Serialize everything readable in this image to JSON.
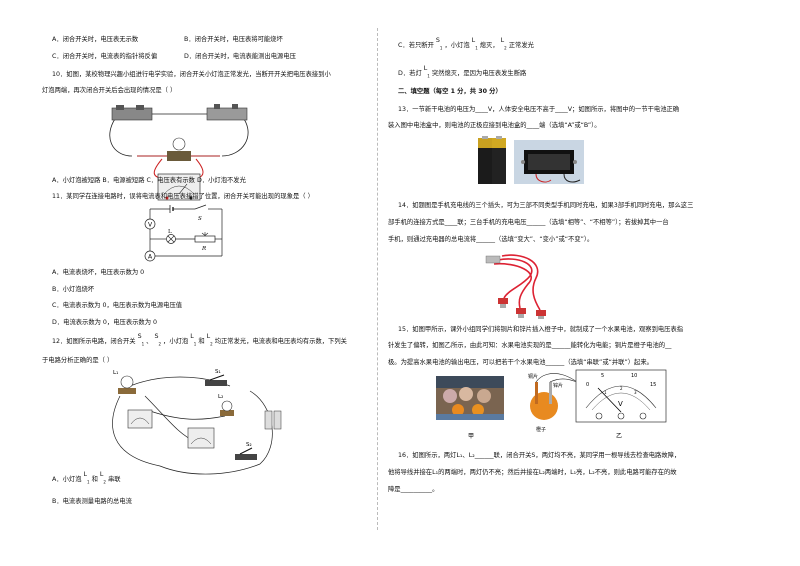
{
  "left": {
    "q9_opts": {
      "A": "A．闭合开关时，电压表无示数",
      "B": "B．闭合开关时，电压表将可能烧坏",
      "C": "C．闭合开关时，电流表的指针将反偏",
      "D": "D．闭合开关时，电流表能测出电源电压"
    },
    "q10": {
      "line1": "10．如图，某校物理兴趣小组进行电学实验，闭合开关小灯泡正常发光，当断开开关把电压表接到小",
      "line2": "灯泡两端，再次闭合开关后会出现的情况是（          ）",
      "opts": "A．小灯泡被短路        B．电源被短路       C．电压表有示数        D．小灯泡不发光"
    },
    "q11": {
      "stem": "11．某同学在连接电路时，误将电流表和电压表接错了位置，闭合开关可能出现的现象是（     ）",
      "fig_labels": {
        "V": "V",
        "A": "A",
        "S": "S",
        "L": "L",
        "R": "R"
      },
      "A": "A．电流表烧坏，电压表示数为 0",
      "B": "B．小灯泡烧坏",
      "C": "C．电流表示数为 0，电压表示数为电源电压值",
      "D": "D．电流表示数为 0，电压表示数为 0"
    },
    "q12": {
      "p1": "12．如图所示电路，闭合开关",
      "p_s1": "S",
      "p_s1sub": "1",
      "p2": "、",
      "p_s2": "S",
      "p_s2sub": "2",
      "p3": "，小灯泡",
      "p_l1": "L",
      "p_l1sub": "1",
      "p4": "和",
      "p_l2": "L",
      "p_l2sub": "2",
      "p5": "均正常发光，电流表和电压表均有示数，下列关",
      "line2": "于电路分析正确的是（     ）",
      "fig_labels": {
        "L1": "L₁",
        "S1": "S₁",
        "L2": "L₂",
        "S2": "S₂"
      },
      "A_pre": "A．小灯泡",
      "A_l1": "L",
      "A_l1sub": "1",
      "A_mid": "和",
      "A_l2": "L",
      "A_l2sub": "2",
      "A_post": "串联",
      "B": "B．电流表测量电路的总电流"
    }
  },
  "right": {
    "q12C": {
      "pre": "C．若只断开",
      "s": "S",
      "ssub": "1",
      "mid": "，小灯泡",
      "l": "L",
      "lsub": "1",
      "mid2": "熄灭，",
      "l2": "L",
      "l2sub": "2",
      "post": "正常发光"
    },
    "q12D": {
      "pre": "D．若灯",
      "l": "L",
      "lsub": "1",
      "post": "突然熄灭，是因为电压表发生断路"
    },
    "section2": "二、填空题（每空 1 分，共 30 分）",
    "q13": {
      "line1": "13．一节新干电池的电压为____V，人体安全电压不高于____V；如图所示，将图中的一节干电池正确",
      "line2": "装入图中电池盒中，则电池的正极应接到电池盒的____端（选填“A”或“B”）。"
    },
    "q14": {
      "line1": "14．如题图是手机充电线的三个插头，可为三部不同类型手机同时充电，如果3部手机同时充电，那么这三",
      "line2": "部手机的连接方式是____联；三台手机的充电电压______（选填“相等”、“不相等”）；若拔掉其中一台",
      "line3": "手机，则通过充电器的总电流将______（选填“变大”、“变小”或“不变”）。"
    },
    "q15": {
      "line1": "15．如图甲所示，课外小组同学们将铜片和锌片插入橙子中，就制成了一个水果电池，观察到电压表指",
      "line2": "针发生了偏转，如图乙所示，由此可知：水果电池实现的是______能转化为电能；铜片是橙子电池的__",
      "line3": "极。为提高水果电池的输出电压，可以把若干个水果电池______（选填“串联”或“并联”）起来。",
      "fig_labels": {
        "copper": "铜片",
        "zinc": "锌片",
        "orange": "橙子",
        "jia": "甲",
        "yi": "乙",
        "V": "V",
        "t0": "0",
        "t5": "5",
        "t10": "10",
        "t15": "15",
        "s1": "1",
        "s2": "2",
        "s3": "3"
      }
    },
    "q16": {
      "line1": "16．如图所示，两灯L₁、L₂______联，闭合开关S，两灯均不亮，某同学用一根导线去检查电路故障，",
      "line2": "他将导线并接在L₁的两端时，两灯仍不亮；然后并接在L₂两端时，L₁亮，L₂不亮，则此电路可能存在的故",
      "line3": "障是__________。"
    }
  }
}
